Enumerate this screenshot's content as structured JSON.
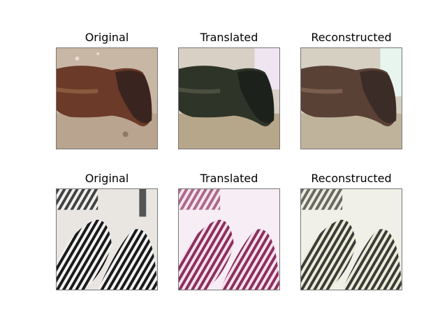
{
  "rows": [
    {
      "titles": [
        "Original",
        "Translated",
        "Reconstructed"
      ]
    },
    {
      "titles": [
        "Original",
        "Translated",
        "Reconstructed"
      ]
    }
  ],
  "images": {
    "row1": [
      "brown horse lying on ground",
      "dark horse lying on ground",
      "brown horse lying on ground"
    ],
    "row2": [
      "zebras",
      "pinkish zebras",
      "greenish zebras"
    ]
  }
}
